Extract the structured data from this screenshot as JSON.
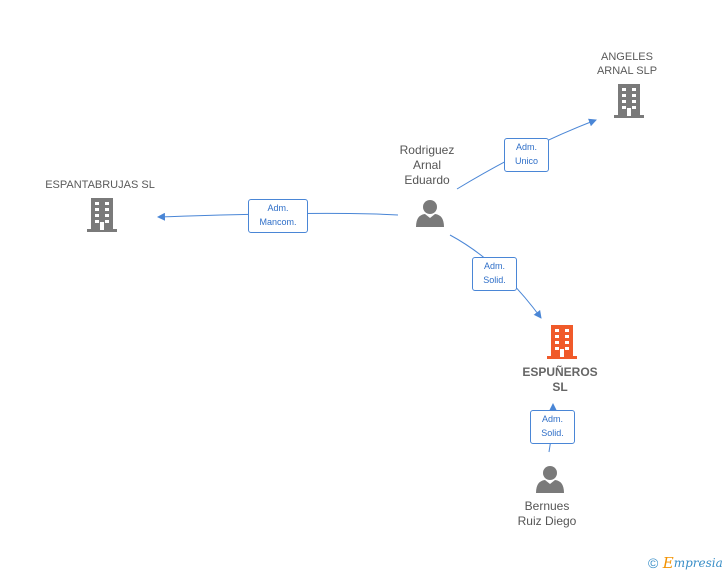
{
  "nodes": {
    "espantabrujas": {
      "label": "ESPANTABRUJAS SL",
      "type": "company",
      "color": "#7a7a7a"
    },
    "angeles": {
      "label_line1": "ANGELES",
      "label_line2": "ARNAL SLP",
      "type": "company",
      "color": "#7a7a7a"
    },
    "rodriguez": {
      "label_line1": "Rodriguez",
      "label_line2": "Arnal",
      "label_line3": "Eduardo",
      "type": "person",
      "color": "#7a7a7a"
    },
    "espuneros": {
      "label_line1": "ESPUÑEROS",
      "label_line2": "SL",
      "type": "company",
      "color": "#f05a2a",
      "highlighted": true
    },
    "bernues": {
      "label_line1": "Bernues",
      "label_line2": "Ruiz Diego",
      "type": "person",
      "color": "#7a7a7a"
    }
  },
  "edges": {
    "to_espantabrujas": {
      "line1": "Adm.",
      "line2": "Mancom."
    },
    "to_angeles": {
      "line1": "Adm.",
      "line2": "Unico"
    },
    "to_espuneros": {
      "line1": "Adm.",
      "line2": "Solid."
    },
    "bernues_to_espuneros": {
      "line1": "Adm.",
      "line2": "Solid."
    }
  },
  "edge_color": "#4a86d6",
  "footer": {
    "copyright": "©",
    "brand_first": "E",
    "brand_rest": "mpresia"
  }
}
